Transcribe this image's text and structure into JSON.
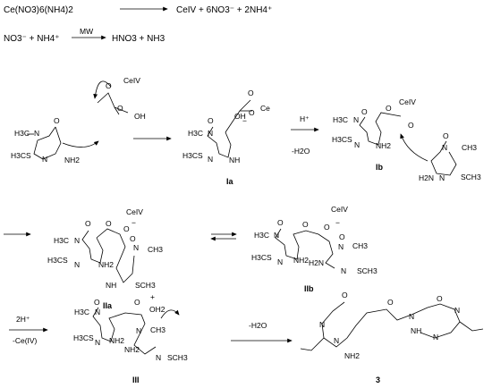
{
  "equations": {
    "eq1": {
      "reactant": "Ce(NO3)6(NH4)2",
      "products": "CeIV  +  6NO3⁻ + 2NH4⁺"
    },
    "eq2": {
      "reactants": "NO3⁻ + NH4⁺",
      "condition": "MW",
      "products": "HNO3 + NH3"
    }
  },
  "compounds": {
    "Ia": "Ia",
    "Ib": "Ib",
    "IIa": "IIa",
    "IIb": "IIb",
    "III": "III",
    "final": "3"
  },
  "conditions": {
    "step_b_top": "H⁺",
    "step_b_bottom": "-H2O",
    "step_iii_top": "2H⁺",
    "step_iii_bottom": "-Ce(IV)",
    "step_final": "-H2O"
  },
  "labels": {
    "ce_iv": "CeIV",
    "o": "O",
    "oh": "OH",
    "nh2": "NH2",
    "nh": "NH",
    "oh2": "OH2",
    "h3c_n": "H3C",
    "n": "N",
    "ch3": "CH3",
    "h3cs": "H3CS",
    "sch3": "SCH3",
    "h2n": "H2N",
    "minus": "−",
    "plus": "+",
    "ce": "Ce"
  }
}
